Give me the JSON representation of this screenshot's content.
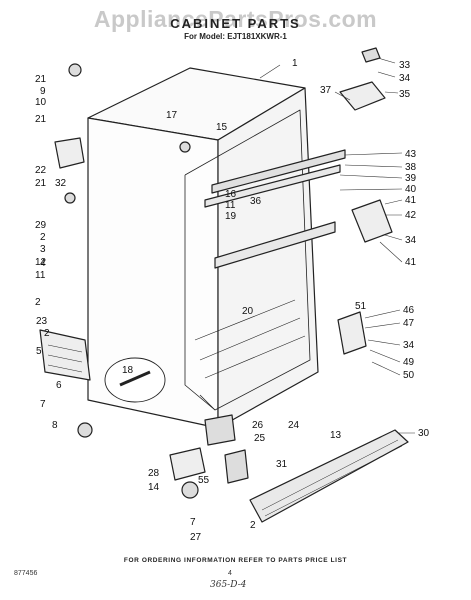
{
  "watermark": "AppliancePartsPros.com",
  "title": "CABINET PARTS",
  "model_line": "For Model: EJT181XKWR-1",
  "labels": [
    {
      "text": "1"
    },
    {
      "text": "33"
    },
    {
      "text": "34"
    },
    {
      "text": "35"
    },
    {
      "text": "37"
    },
    {
      "text": "21"
    },
    {
      "text": "9"
    },
    {
      "text": "10"
    },
    {
      "text": "17"
    },
    {
      "text": "15"
    },
    {
      "text": "21"
    },
    {
      "text": "22"
    },
    {
      "text": "21"
    },
    {
      "text": "32"
    },
    {
      "text": "29"
    },
    {
      "text": "2"
    },
    {
      "text": "3"
    },
    {
      "text": "4"
    },
    {
      "text": "12"
    },
    {
      "text": "11"
    },
    {
      "text": "2"
    },
    {
      "text": "23"
    },
    {
      "text": "2"
    },
    {
      "text": "5"
    },
    {
      "text": "43"
    },
    {
      "text": "38"
    },
    {
      "text": "39"
    },
    {
      "text": "40"
    },
    {
      "text": "16"
    },
    {
      "text": "11"
    },
    {
      "text": "36"
    },
    {
      "text": "19"
    },
    {
      "text": "41"
    },
    {
      "text": "42"
    },
    {
      "text": "34"
    },
    {
      "text": "41"
    },
    {
      "text": "20"
    },
    {
      "text": "51"
    },
    {
      "text": "46"
    },
    {
      "text": "47"
    },
    {
      "text": "34"
    },
    {
      "text": "49"
    },
    {
      "text": "50"
    },
    {
      "text": "18"
    },
    {
      "text": "6"
    },
    {
      "text": "7"
    },
    {
      "text": "8"
    },
    {
      "text": "24"
    },
    {
      "text": "13"
    },
    {
      "text": "26"
    },
    {
      "text": "25"
    },
    {
      "text": "31"
    },
    {
      "text": "30"
    },
    {
      "text": "28"
    },
    {
      "text": "14"
    },
    {
      "text": "55"
    },
    {
      "text": "7"
    },
    {
      "text": "27"
    },
    {
      "text": "2"
    }
  ],
  "order_note": "FOR ORDERING INFORMATION REFER TO PARTS PRICE LIST",
  "figure_code": "877456",
  "page_number": "4",
  "signature": "365-D-4"
}
